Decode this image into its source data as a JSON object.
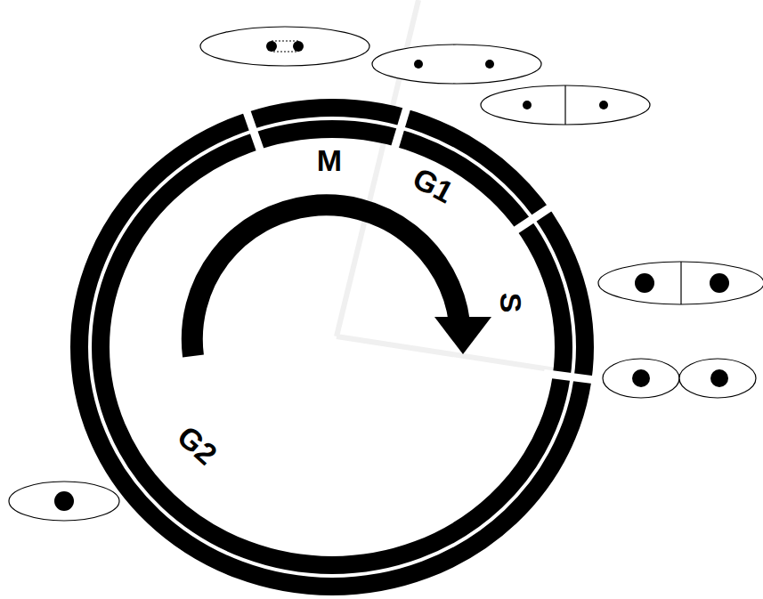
{
  "diagram": {
    "labels": [
      "M",
      "G1",
      "S",
      "G2"
    ]
  }
}
